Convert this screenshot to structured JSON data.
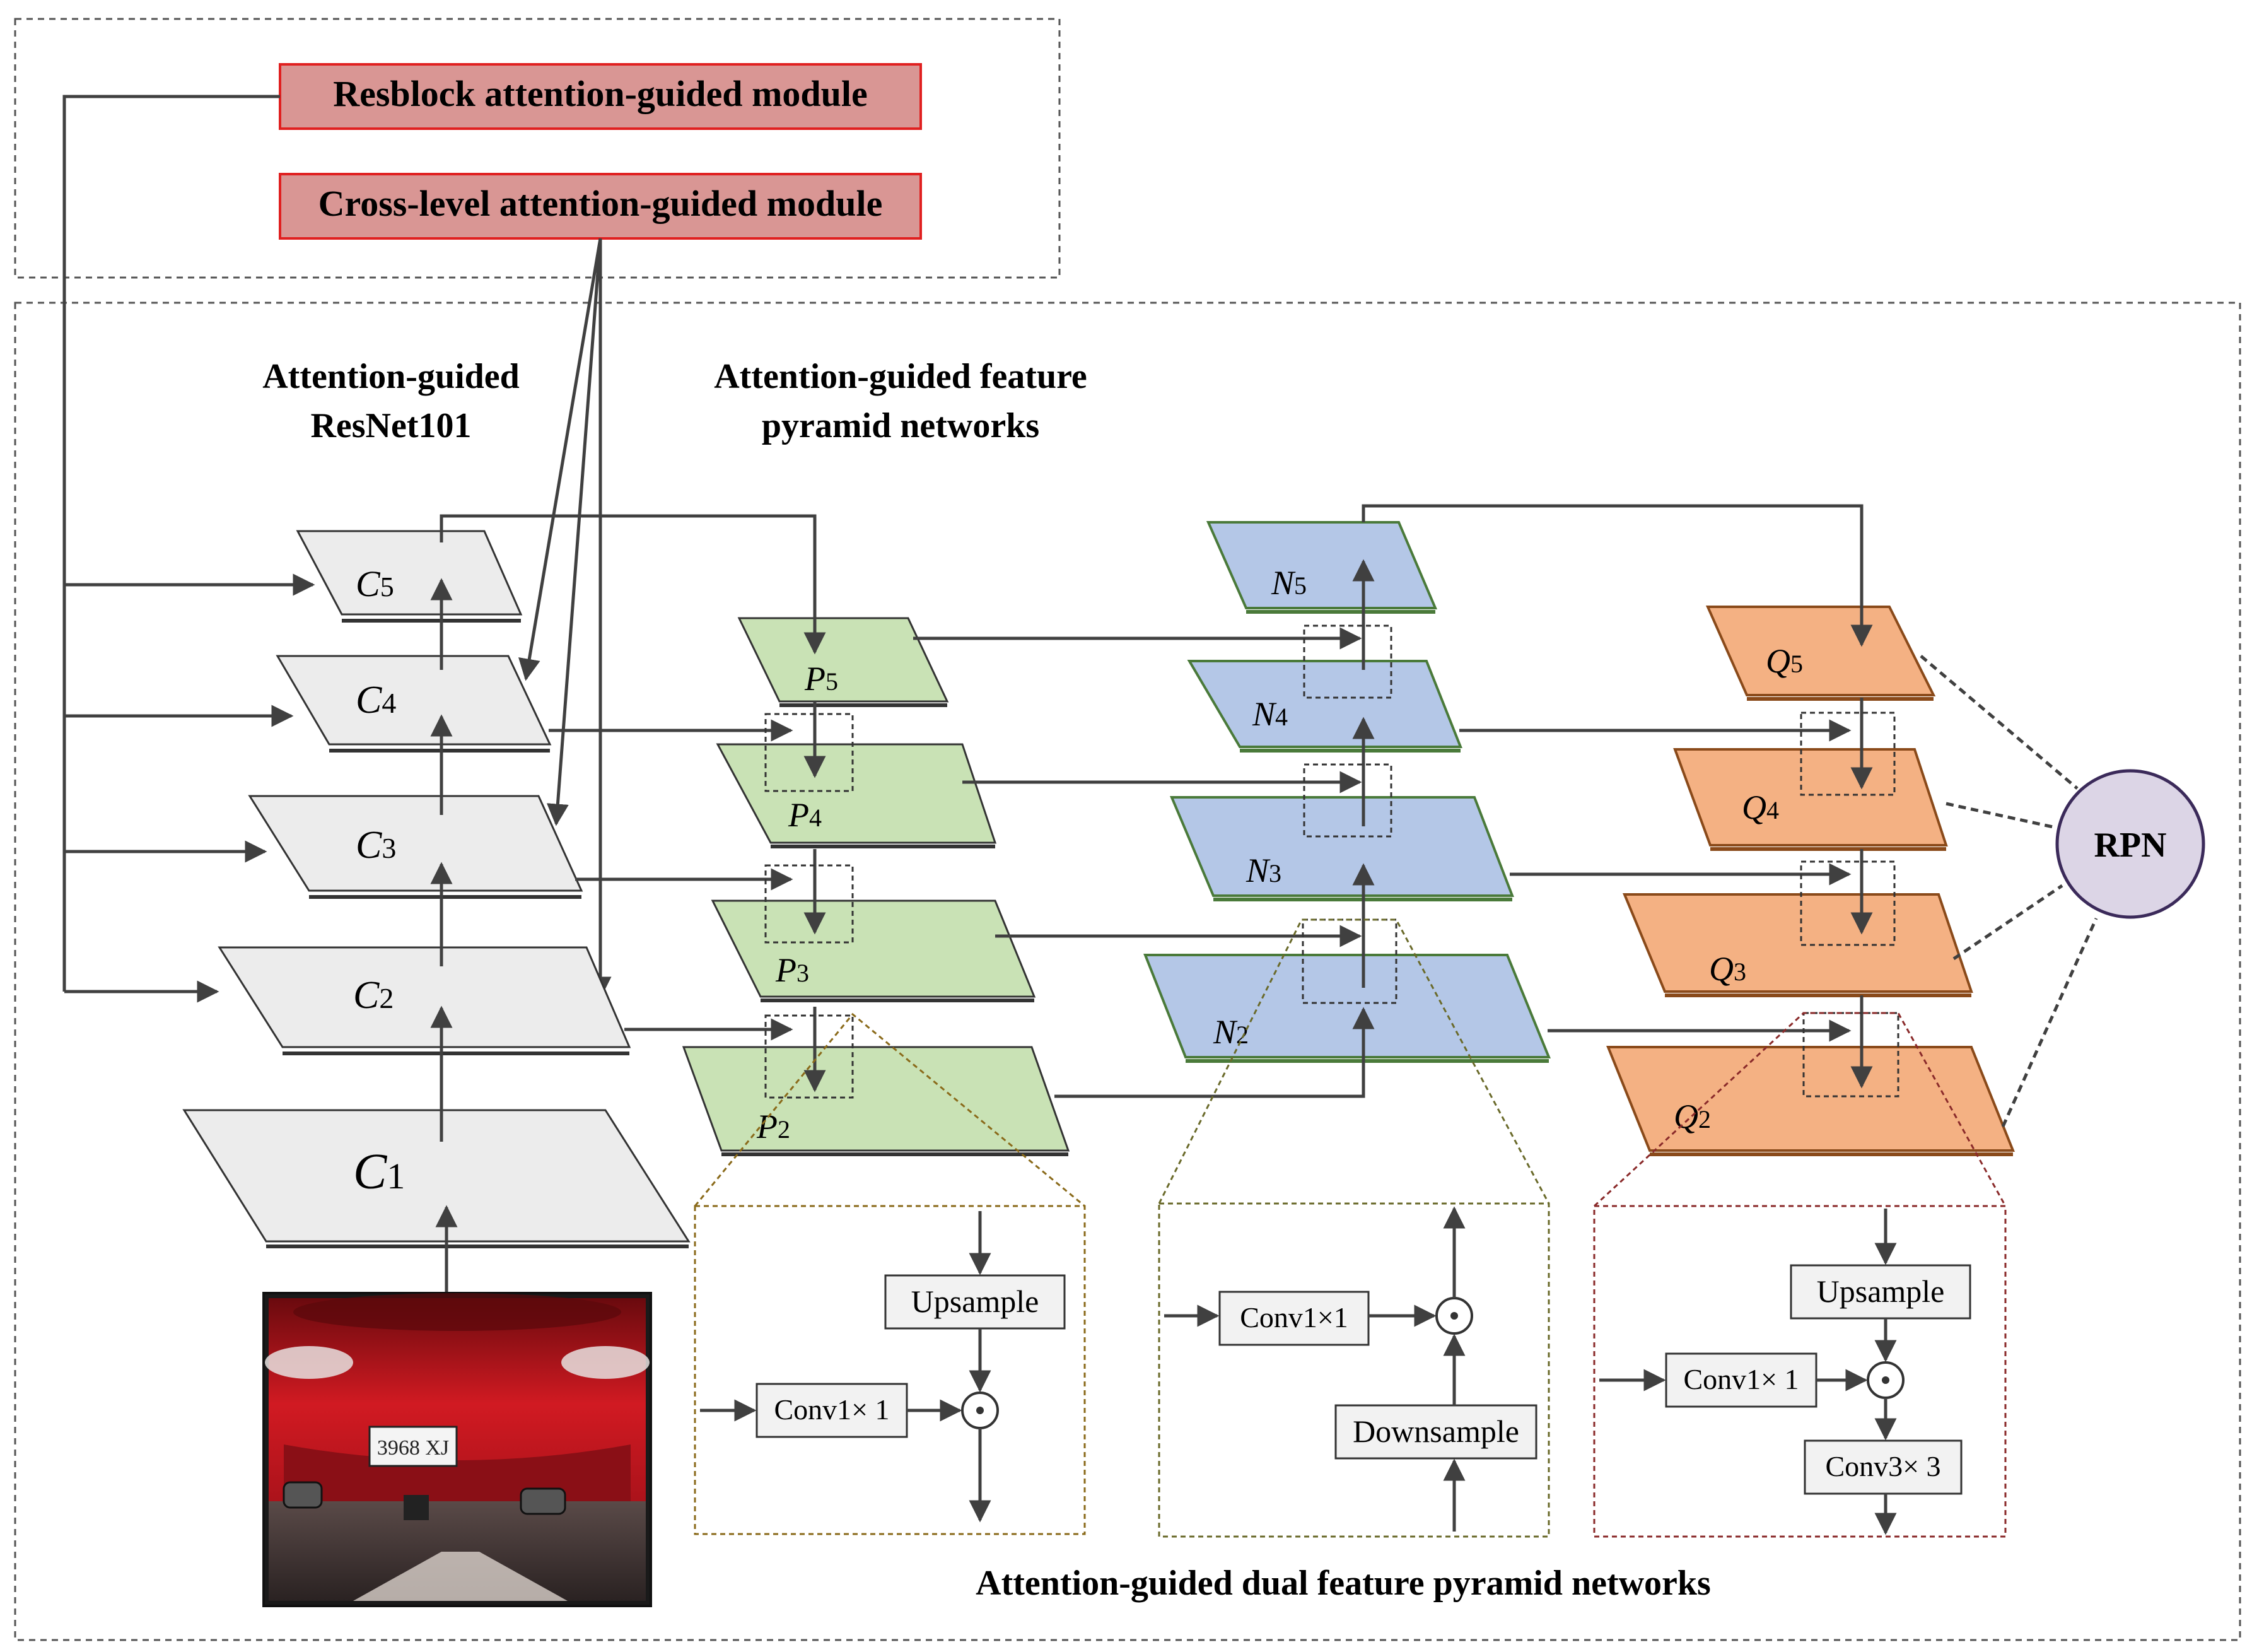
{
  "top_modules": {
    "resblock": "Resblock attention-guided module",
    "crosslevel": "Cross-level attention-guided module"
  },
  "titles": {
    "resnet_line1": "Attention-guided",
    "resnet_line2": "ResNet101",
    "fpn_line1": "Attention-guided feature",
    "fpn_line2": "pyramid networks",
    "dual": "Attention-guided dual feature pyramid networks"
  },
  "layers": {
    "C": [
      {
        "letter": "C",
        "sub": "1"
      },
      {
        "letter": "C",
        "sub": "2"
      },
      {
        "letter": "C",
        "sub": "3"
      },
      {
        "letter": "C",
        "sub": "4"
      },
      {
        "letter": "C",
        "sub": "5"
      }
    ],
    "P": [
      {
        "letter": "P",
        "sub": "2"
      },
      {
        "letter": "P",
        "sub": "3"
      },
      {
        "letter": "P",
        "sub": "4"
      },
      {
        "letter": "P",
        "sub": "5"
      }
    ],
    "N": [
      {
        "letter": "N",
        "sub": "2"
      },
      {
        "letter": "N",
        "sub": "3"
      },
      {
        "letter": "N",
        "sub": "4"
      },
      {
        "letter": "N",
        "sub": "5"
      }
    ],
    "Q": [
      {
        "letter": "Q",
        "sub": "2"
      },
      {
        "letter": "Q",
        "sub": "3"
      },
      {
        "letter": "Q",
        "sub": "4"
      },
      {
        "letter": "Q",
        "sub": "5"
      }
    ]
  },
  "rpn": "RPN",
  "plate_text": "3968 XJ",
  "detail_boxes": {
    "p_block": {
      "upsample": "Upsample",
      "conv": "Conv1× 1",
      "op": "⊙"
    },
    "n_block": {
      "conv": "Conv1×1",
      "downsample": "Downsample",
      "op": "⊙"
    },
    "q_block": {
      "upsample": "Upsample",
      "conv1": "Conv1× 1",
      "conv3": "Conv3× 3",
      "op": "⊙"
    }
  },
  "colors": {
    "c_fill": "#ececec",
    "p_fill": "#c9e2b5",
    "n_fill": "#b4c7e7",
    "q_fill": "#f4b183",
    "module_fill": "#d99694",
    "module_border": "#e02020",
    "rpn_fill": "#dcd5e6",
    "rpn_border": "#3b2a5a",
    "car_red": "#c8141c"
  }
}
